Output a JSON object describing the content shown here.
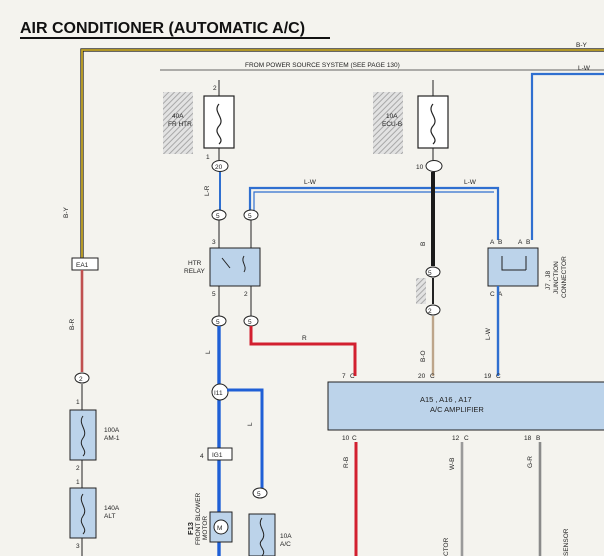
{
  "title": "AIR CONDITIONER (AUTOMATIC A/C)",
  "power_note": "FROM POWER SOURCE SYSTEM (SEE PAGE 130)",
  "wire_colors": {
    "by": "#c7a82a",
    "lw": "#2f6fd0",
    "b": "#1a1a1a",
    "r": "#d21f2f",
    "l": "#1f5fd6",
    "br": "#bda58a",
    "rb": "#c05050",
    "wb": "#9a9a9a",
    "gr": "#8a8a8a",
    "component_fill": "#bcd3ea",
    "hatch": "#b9b9b9"
  },
  "wire_labels": {
    "by_top": "B-Y",
    "by_left": "B-Y",
    "lw_top": "L-W",
    "lw_mid_a": "L-W",
    "lw_mid_b": "L-W",
    "lw_right": "L-W",
    "lr": "L-R",
    "b_ecu": "B",
    "bo": "B-O",
    "br_left": "B-R",
    "r_relay": "R",
    "l_relay": "L",
    "l_motor": "L",
    "rb": "R-B",
    "wb": "W-B",
    "gr": "G-R"
  },
  "fuses": {
    "fr_htr": {
      "rating": "40A",
      "name": "FR HTR"
    },
    "ecu_b": {
      "rating": "10A",
      "name": "ECU-B"
    },
    "am1": {
      "rating": "100A",
      "name": "AM-1"
    },
    "alt": {
      "rating": "140A",
      "name": "ALT"
    },
    "ac": {
      "rating": "10A",
      "name": "A/C"
    }
  },
  "relay": {
    "name_line1": "HTR",
    "name_line2": "RELAY"
  },
  "junction": {
    "label_line1": "J7 , J8",
    "label_line2": "JUNCTION",
    "label_line3": "CONNECTOR",
    "pins": [
      "A",
      "B",
      "A",
      "B",
      "C",
      "A"
    ]
  },
  "amplifier": {
    "title": "A15 , A16 , A17",
    "codes": [
      "A",
      "B",
      "C"
    ],
    "name": "A/C AMPLIFIER",
    "pins_top": [
      "7",
      "20",
      "19"
    ],
    "pin_letters_top": [
      "C",
      "C",
      "C"
    ],
    "pins_bottom": [
      "10",
      "12",
      "18"
    ],
    "pin_letters_bottom": [
      "C",
      "C",
      "B"
    ]
  },
  "motor": {
    "code": "F13",
    "name_line1": "FRONT BLOWER",
    "name_line2": "MOTOR",
    "symbol": "M"
  },
  "connectors": {
    "c20": "20",
    "c5a": "5",
    "c5b": "5",
    "c10": "10",
    "c4a": "4",
    "c4b": "4",
    "c2": "2",
    "c5c": "5",
    "c5d": "5",
    "c5e": "5",
    "c3": "3",
    "ea1": "EA1",
    "i11": "I11",
    "ig1": "IG1",
    "s5": "5",
    "c2b": "2",
    "c2r": "2",
    "c5r": "5",
    "c1": "1",
    "c2f": "2",
    "c1g": "1",
    "c3g": "3",
    "c1r": "1",
    "c2r2": "2"
  },
  "bottom_labels": {
    "left": "CTOR",
    "right": "SENSOR"
  }
}
